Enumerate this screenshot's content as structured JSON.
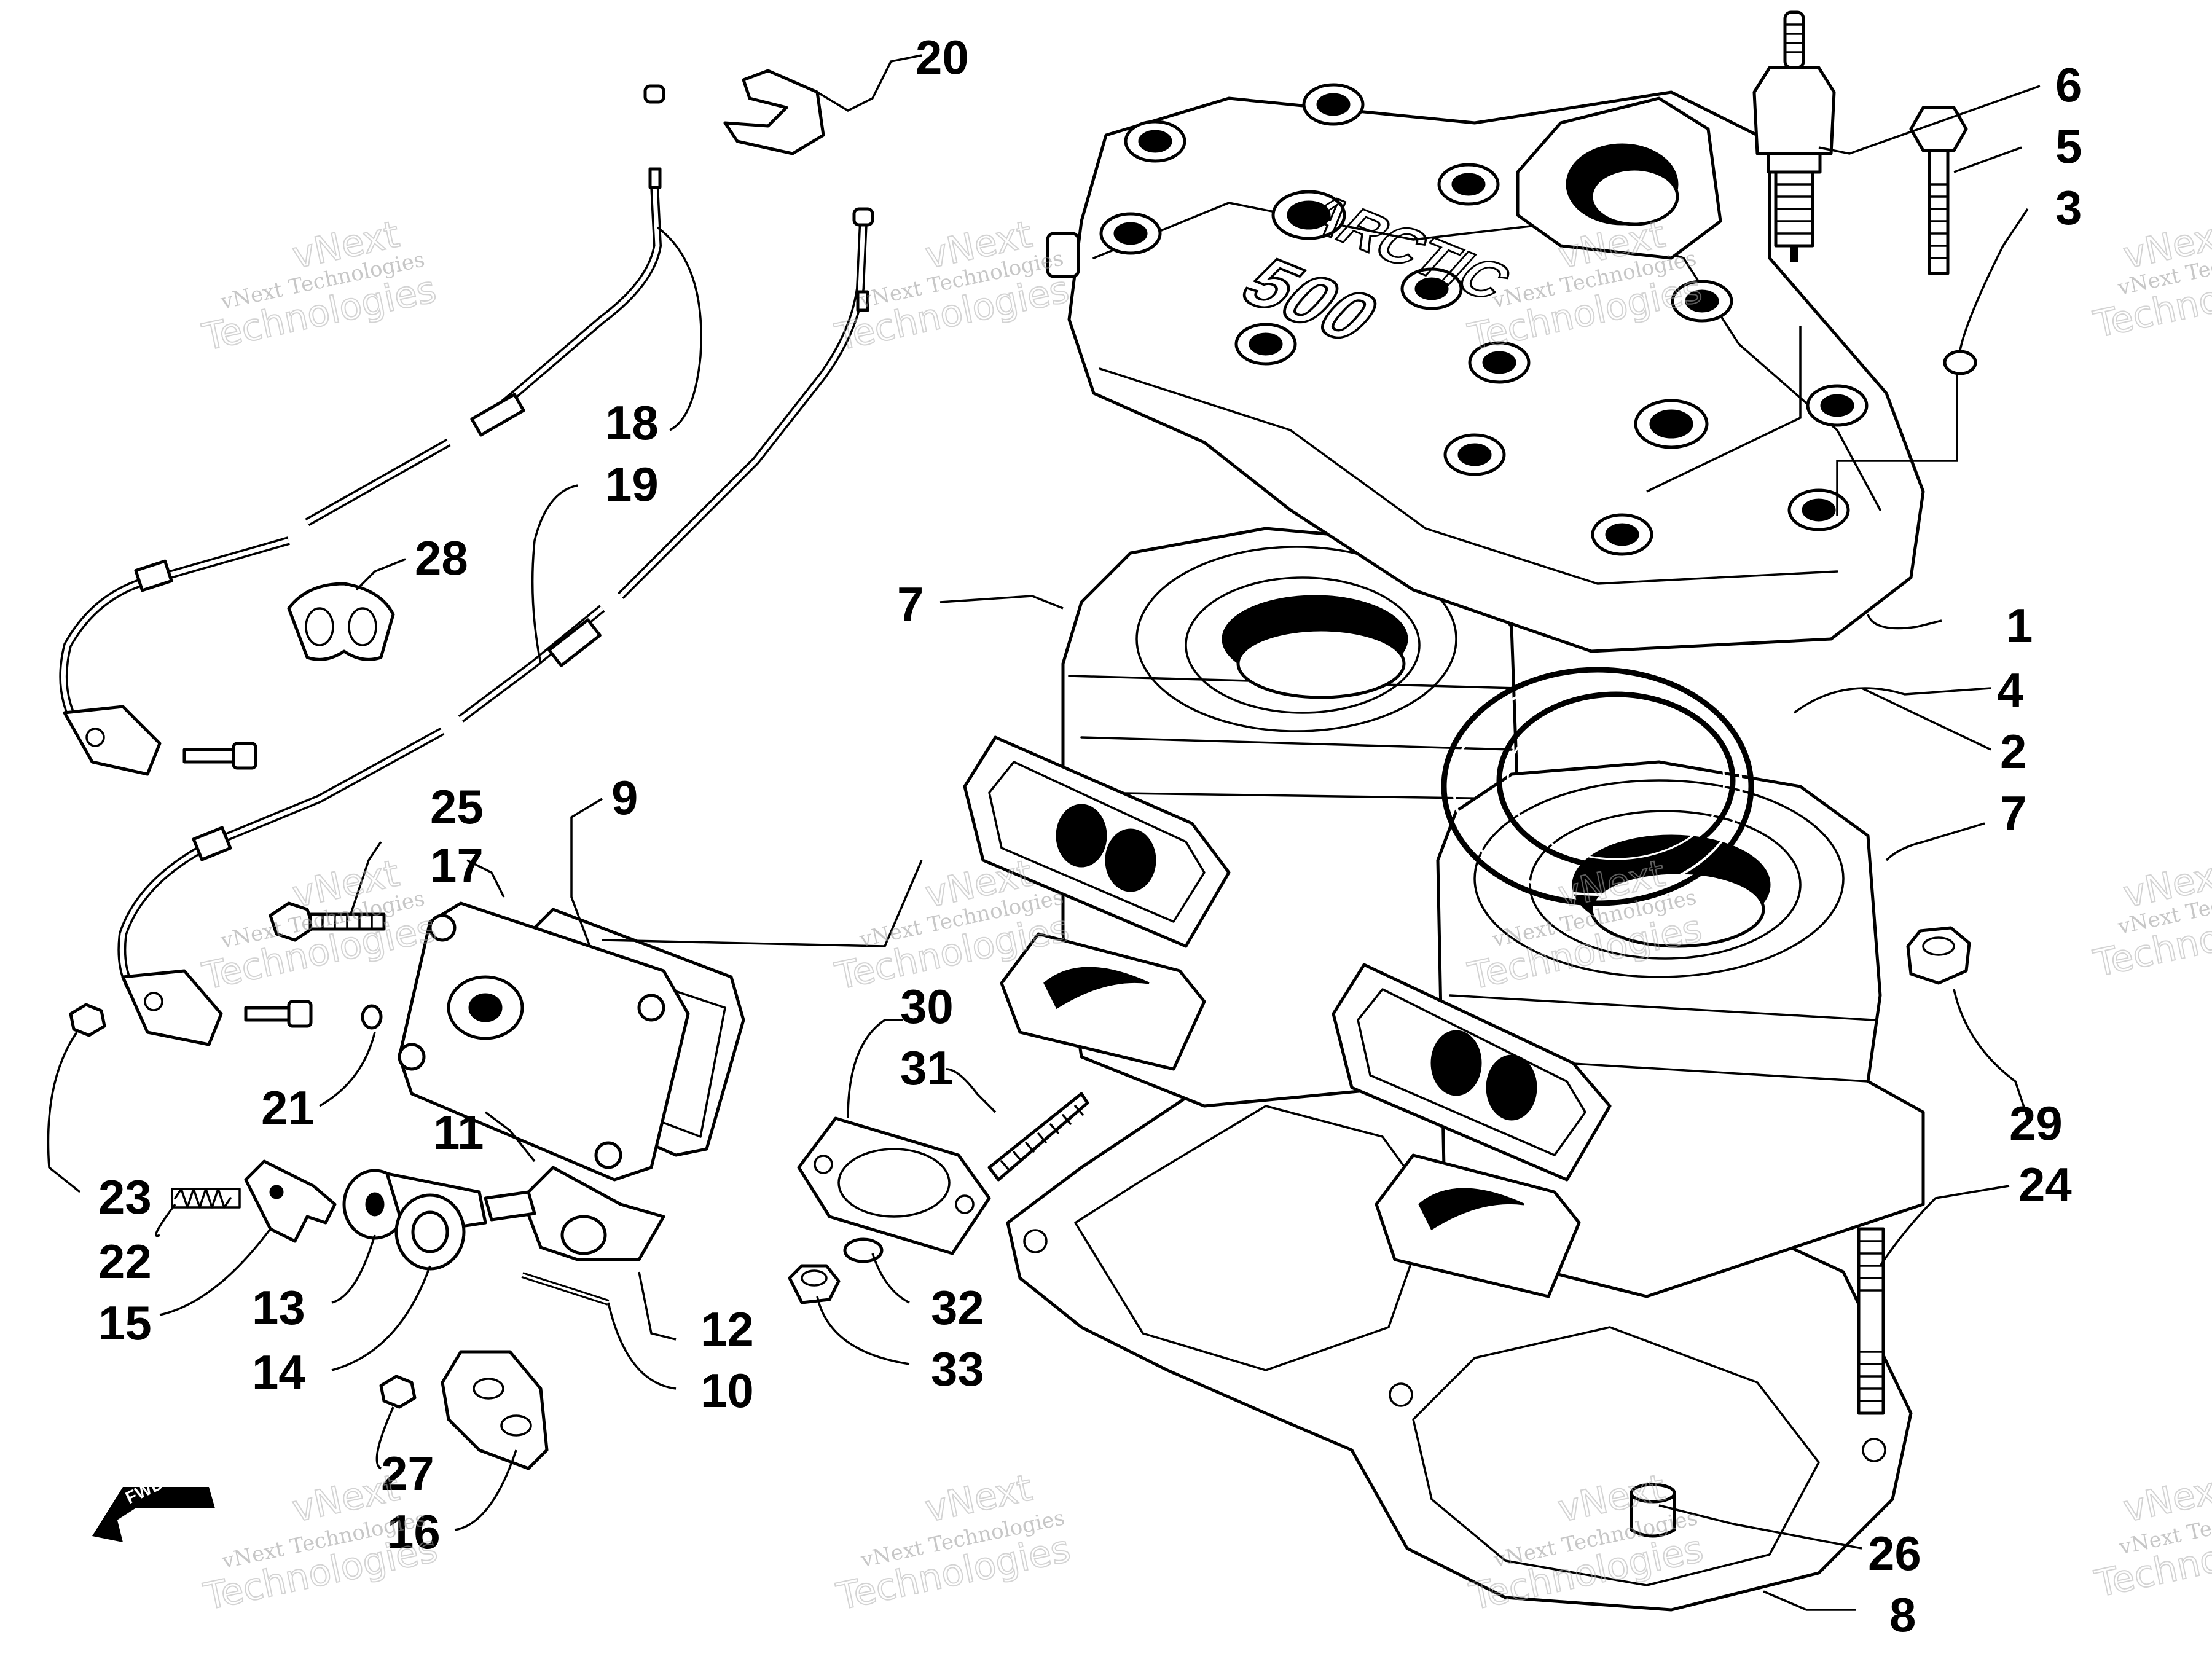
{
  "diagram": {
    "callouts": [
      "1",
      "2",
      "3",
      "4",
      "5",
      "6",
      "7",
      "7",
      "8",
      "9",
      "10",
      "11",
      "12",
      "13",
      "14",
      "15",
      "16",
      "17",
      "18",
      "19",
      "20",
      "21",
      "22",
      "23",
      "24",
      "25",
      "26",
      "27",
      "28",
      "29",
      "30",
      "31",
      "32",
      "33"
    ],
    "head_markings": [
      "ARCTIC",
      "500"
    ],
    "fwd_label": "FWD"
  },
  "watermark": {
    "brand": "vNext",
    "company": "vNext Technologies",
    "word": "Technologies"
  },
  "colors": {
    "line": "#000000",
    "background": "#ffffff",
    "watermark": "#9a9a9a"
  }
}
